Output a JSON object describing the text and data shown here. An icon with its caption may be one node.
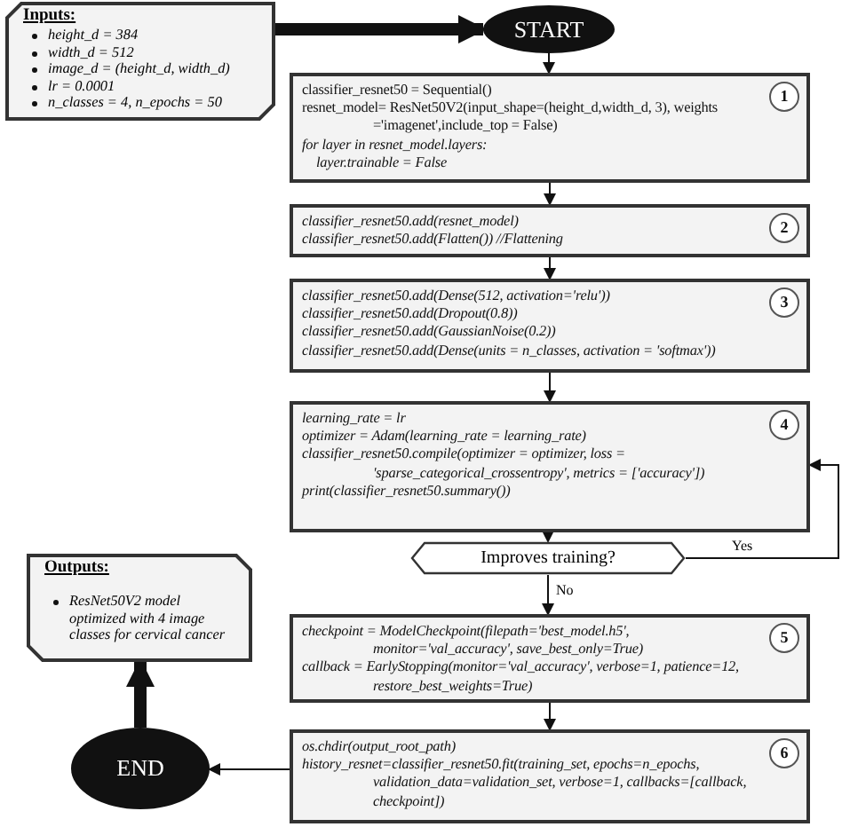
{
  "diagram": {
    "nodes": [
      {
        "text": [
          "Inputs:",
          "height_d = 384",
          "width_d = 512",
          "image_d = (height_d, width_d)",
          "lr = 0.0001",
          "n_classes = 4, n_epochs = 50"
        ]
      },
      {
        "text": [
          "START"
        ]
      },
      {
        "text": [
          "classifier_resnet50 = Sequential()",
          "resnet_model= ResNet50V2(input_shape=(height_d,width_d, 3), weights ='imagenet',include_top = False)",
          "for layer in resnet_model.layers:",
          "layer.trainable = False",
          "1"
        ]
      },
      {
        "text": [
          "classifier_resnet50.add(resnet_model)",
          "classifier_resnet50.add(Flatten()) //Flattening",
          "2"
        ]
      },
      {
        "text": [
          "classifier_resnet50.add(Dense(512, activation='relu'))",
          "classifier_resnet50.add(Dropout(0.8))",
          "classifier_resnet50.add(GaussianNoise(0.2))",
          "classifier_resnet50.add(Dense(units = n_classes, activation = 'softmax'))",
          "3"
        ]
      },
      {
        "text": [
          "learning_rate = lr",
          "optimizer = Adam(learning_rate = learning_rate)",
          "classifier_resnet50.compile(optimizer = optimizer, loss = 'sparse_categorical_crossentropy', metrics = ['accuracy'])",
          "print(classifier_resnet50.summary())",
          "4"
        ]
      },
      {
        "text": [
          "Improves training?"
        ]
      },
      {
        "text": [
          "checkpoint = ModelCheckpoint(filepath='best_model.h5', monitor='val_accuracy', save_best_only=True)",
          "callback = EarlyStopping(monitor='val_accuracy', verbose=1, patience=12, restore_best_weights=True)",
          "5"
        ]
      },
      {
        "text": [
          "os.chdir(output_root_path)",
          "history_resnet=classifier_resnet50.fit(training_set, epochs=n_epochs, validation_data=validation_set, verbose=1, callbacks=[callback, checkpoint])",
          "6"
        ]
      },
      {
        "text": [
          "END"
        ]
      },
      {
        "text": [
          "Outputs:",
          "ResNet50V2 model optimized with 4 image classes for cervical cancer"
        ]
      }
    ],
    "edges": [
      {
        "from": 0,
        "to": 1,
        "arrow": "to",
        "style": "thick"
      },
      {
        "from": 1,
        "to": 2,
        "arrow": "to"
      },
      {
        "from": 2,
        "to": 3,
        "arrow": "to"
      },
      {
        "from": 3,
        "to": 4,
        "arrow": "to"
      },
      {
        "from": 4,
        "to": 5,
        "arrow": "to"
      },
      {
        "from": 5,
        "to": 6,
        "arrow": "to"
      },
      {
        "from": 6,
        "to": 5,
        "arrow": "to",
        "label": "Yes"
      },
      {
        "from": 6,
        "to": 7,
        "arrow": "to",
        "label": "No"
      },
      {
        "from": 7,
        "to": 8,
        "arrow": "to"
      },
      {
        "from": 8,
        "to": 9,
        "arrow": "to"
      },
      {
        "from": 9,
        "to": 10,
        "arrow": "to",
        "style": "thick"
      }
    ]
  }
}
